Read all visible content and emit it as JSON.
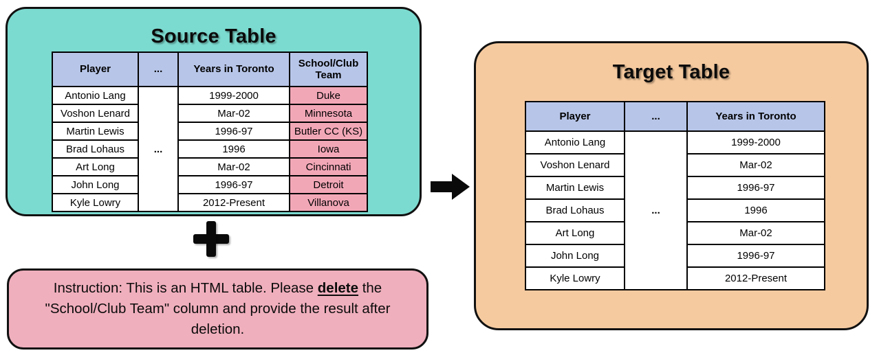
{
  "source_panel": {
    "title": "Source Table",
    "table": {
      "headers": [
        "Player",
        "...",
        "Years in Toronto",
        "School/Club Team"
      ],
      "ellipsis": "...",
      "rows": [
        {
          "player": "Antonio Lang",
          "years": "1999-2000",
          "school": "Duke"
        },
        {
          "player": "Voshon Lenard",
          "years": "Mar-02",
          "school": "Minnesota"
        },
        {
          "player": "Martin Lewis",
          "years": "1996-97",
          "school": "Butler CC (KS)"
        },
        {
          "player": "Brad Lohaus",
          "years": "1996",
          "school": "Iowa"
        },
        {
          "player": "Art Long",
          "years": "Mar-02",
          "school": "Cincinnati"
        },
        {
          "player": "John Long",
          "years": "1996-97",
          "school": "Detroit"
        },
        {
          "player": "Kyle Lowry",
          "years": "2012-Present",
          "school": "Villanova"
        }
      ]
    }
  },
  "instruction": {
    "prefix": "Instruction: This is an HTML table. Please ",
    "emphasis": "delete",
    "suffix": " the \"School/Club Team\" column and provide the result after deletion."
  },
  "target_panel": {
    "title": "Target Table",
    "table": {
      "headers": [
        "Player",
        "...",
        "Years in Toronto"
      ],
      "ellipsis": "...",
      "rows": [
        {
          "player": "Antonio Lang",
          "years": "1999-2000"
        },
        {
          "player": "Voshon Lenard",
          "years": "Mar-02"
        },
        {
          "player": "Martin Lewis",
          "years": "1996-97"
        },
        {
          "player": "Brad Lohaus",
          "years": "1996"
        },
        {
          "player": "Art Long",
          "years": "Mar-02"
        },
        {
          "player": "John Long",
          "years": "1996-97"
        },
        {
          "player": "Kyle Lowry",
          "years": "2012-Present"
        }
      ]
    }
  },
  "icons": {
    "plus": "plus-icon",
    "arrow": "arrow-right-icon"
  },
  "colors": {
    "teal": "#7CDBD0",
    "orange": "#F6CA9F",
    "header_blue": "#B7C5E8",
    "cell_pink": "#F2A7B7",
    "instruction_pink": "#F0AFBD",
    "border_dark": "#111111"
  }
}
